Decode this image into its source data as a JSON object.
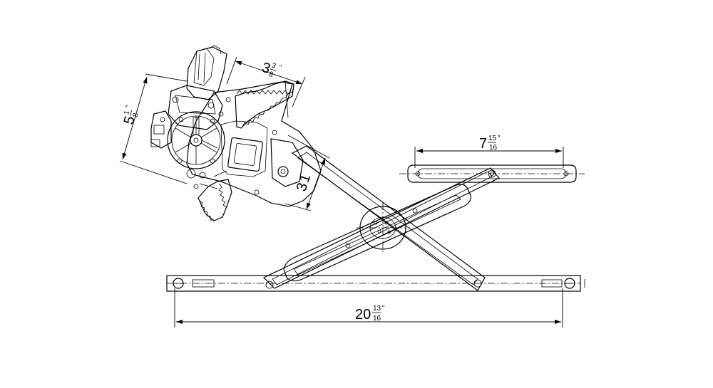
{
  "dimensions": {
    "overall_length": {
      "whole": "20",
      "num": "13",
      "den": "16",
      "unit": "\""
    },
    "upper_rail_length": {
      "whole": "7",
      "num": "15",
      "den": "16",
      "unit": "\""
    },
    "motor_height": {
      "whole": "5",
      "num": "1",
      "den": "8",
      "unit": "\""
    },
    "sector_width": {
      "whole": "3",
      "num": "3",
      "den": "8",
      "unit": "\""
    },
    "bracket_height": {
      "whole": "3",
      "num": "1",
      "den": "",
      "unit": ""
    }
  },
  "components": [
    "motor",
    "gear-sector",
    "scissor-arms",
    "lower-rail",
    "upper-rail",
    "pivot-hub"
  ]
}
